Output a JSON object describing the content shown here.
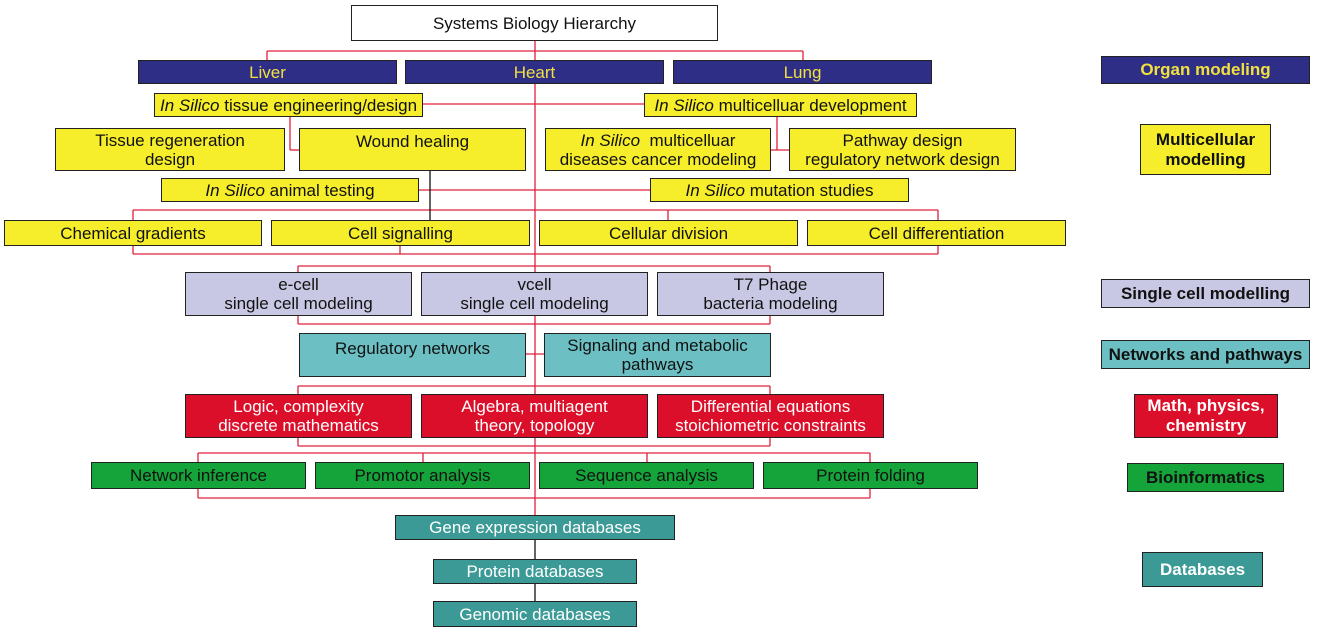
{
  "title": "Systems Biology Hierarchy",
  "organs": [
    "Liver",
    "Heart",
    "Lung"
  ],
  "tissue": {
    "in_silico": "In Silico",
    "tissue_eng_rest": " tissue engineering/design",
    "multicell_dev_rest": " multicelluar development",
    "regeneration_l1": "Tissue regeneration",
    "regeneration_l2": "design",
    "wound": "Wound healing",
    "cancer_l1_rest": "  multicelluar",
    "cancer_l2": "diseases cancer modeling",
    "pathway_l1": "Pathway design",
    "pathway_l2": "regulatory network design",
    "animal_rest": " animal testing",
    "mutation_rest": " mutation studies"
  },
  "cellular": [
    "Chemical gradients",
    "Cell signalling",
    "Cellular division",
    "Cell differentiation"
  ],
  "single_cell": [
    {
      "l1": "e-cell",
      "l2": "single cell modeling"
    },
    {
      "l1": "vcell",
      "l2": "single cell modeling"
    },
    {
      "l1": "T7 Phage",
      "l2": "bacteria modeling"
    }
  ],
  "networks": {
    "regulatory": "Regulatory networks",
    "signaling_l1": "Signaling and metabolic",
    "signaling_l2": "pathways"
  },
  "math": [
    {
      "l1": "Logic, complexity",
      "l2": "discrete mathematics"
    },
    {
      "l1": "Algebra, multiagent",
      "l2": "theory, topology"
    },
    {
      "l1": "Differential equations",
      "l2": "stoichiometric constraints"
    }
  ],
  "bioinformatics": [
    "Network inference",
    "Promotor analysis",
    "Sequence analysis",
    "Protein folding"
  ],
  "databases": [
    "Gene expression databases",
    "Protein databases",
    "Genomic databases"
  ],
  "legend": {
    "organ": "Organ modeling",
    "multi_l1": "Multicellular",
    "multi_l2": "modelling",
    "single": "Single cell modelling",
    "networks": "Networks and pathways",
    "math_l1": "Math, physics,",
    "math_l2": "chemistry",
    "bio": "Bioinformatics",
    "db": "Databases"
  },
  "colors": {
    "connector_red": "#e0203a",
    "connector_black": "#111111",
    "organ": "#2e2e86",
    "organ_text": "#f0e040",
    "yellow": "#f6ee2a",
    "lavender": "#c9c8e4",
    "teal": "#6cc0c3",
    "red": "#dc0f2a",
    "green": "#14a43a",
    "database": "#3b9a96"
  }
}
